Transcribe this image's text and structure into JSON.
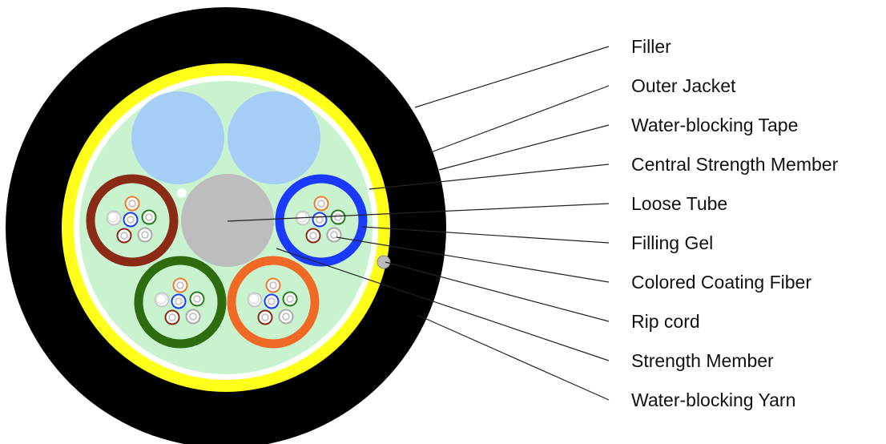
{
  "labels": [
    "Filler",
    "Outer Jacket",
    "Water-blocking Tape",
    "Central Strength Member",
    "Loose Tube",
    "Filling Gel",
    "Colored Coating Fiber",
    "Rip cord",
    "Strength Member",
    "Water-blocking Yarn"
  ],
  "colors": {
    "outer_jacket": "#000000",
    "water_blocking_tape": "#ffff1a",
    "filling_gel": "#c9f3cf",
    "filler": "#a6cdf5",
    "central_strength_member": "#bdbdbd",
    "tube_brown": "#8b2b16",
    "tube_blue": "#1a3bff",
    "tube_green": "#2f6b0f",
    "tube_orange": "#f06a25",
    "rip_cord": "#bbbbbb",
    "fiber_colors": [
      "#f07a30",
      "#2a7a1f",
      "#aaaaaa",
      "#8b2b16",
      "#c8c8c8",
      "#cccccc",
      "#1a3bff"
    ]
  }
}
